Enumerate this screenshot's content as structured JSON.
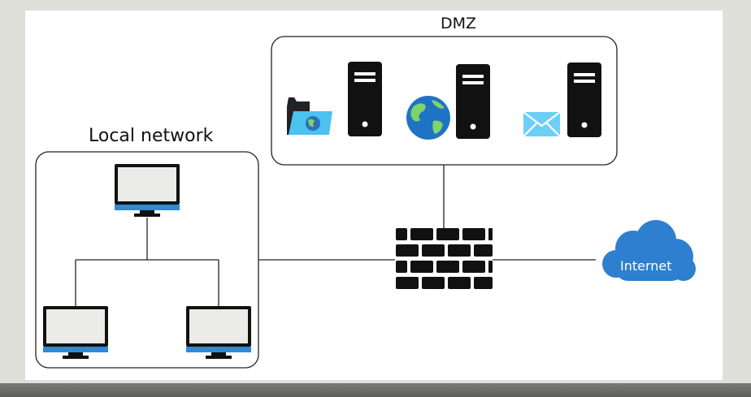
{
  "dmz": {
    "label": "DMZ"
  },
  "local_network": {
    "label": "Local network"
  },
  "internet": {
    "label": "Internet"
  },
  "colors": {
    "accent_blue": "#2d8ad6",
    "cloud_blue": "#2e7fcf",
    "folder_blue": "#4cc2f0",
    "mail_blue": "#6ccff6",
    "screen_gray": "#ebebea",
    "device_black": "#111111",
    "box_border": "#222222"
  },
  "icons": {
    "dmz_servers": [
      "file-server-icon",
      "web-server-icon",
      "mail-server-icon"
    ],
    "local_computers": [
      "computer-icon",
      "computer-icon",
      "computer-icon"
    ],
    "firewall": "firewall-icon",
    "internet": "cloud-icon"
  }
}
